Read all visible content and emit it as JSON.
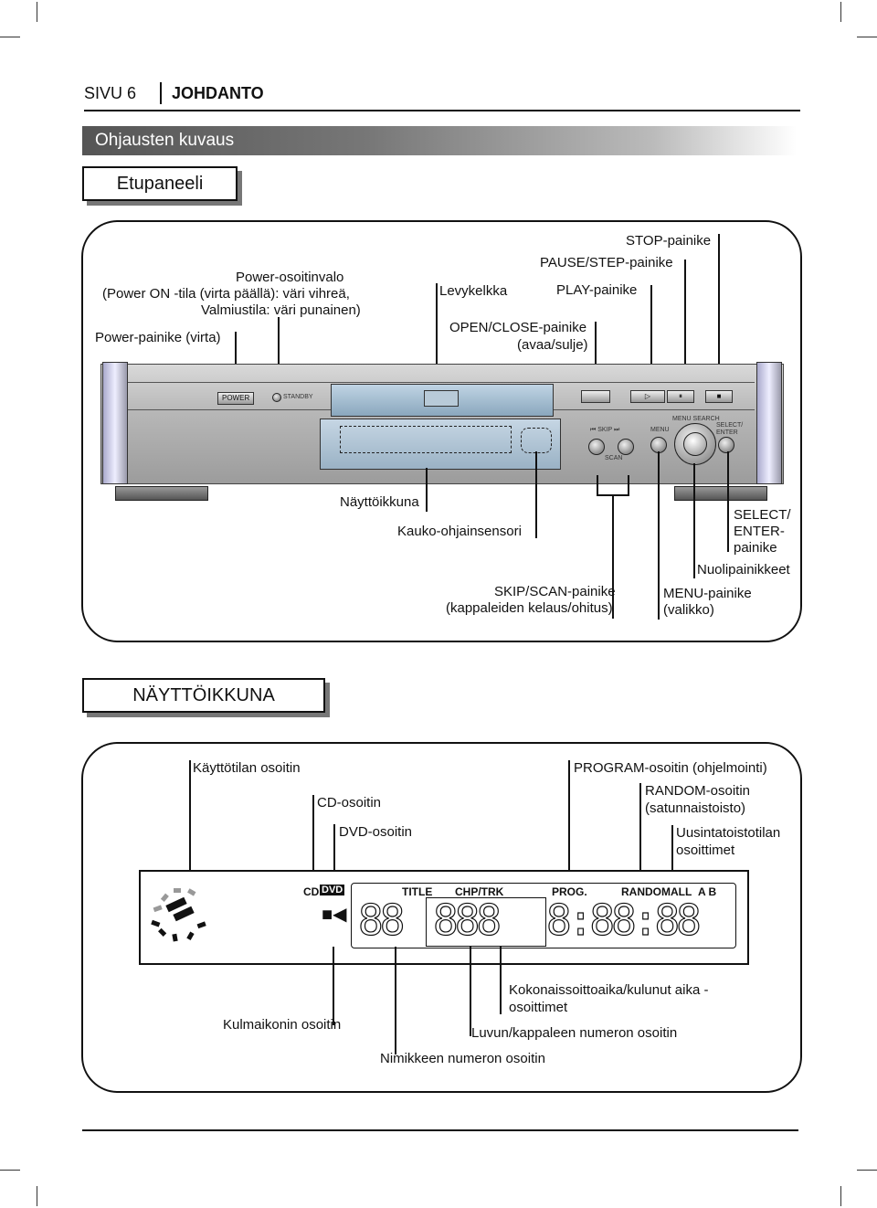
{
  "header": {
    "page": "SIVU 6",
    "chapter": "JOHDANTO"
  },
  "section_title": "Ohjausten kuvaus",
  "front_panel": {
    "tab_title": "Etupaneeli",
    "labels": {
      "power_indicator_1": "Power-osoitinvalo",
      "power_indicator_2": "(Power ON -tila (virta päällä): väri vihreä,",
      "power_indicator_3": "Valmiustila: väri punainen)",
      "power_button": "Power-painike (virta)",
      "disc_tray": "Levykelkka",
      "open_close_1": "OPEN/CLOSE-painike",
      "open_close_2": "(avaa/sulje)",
      "stop": "STOP-painike",
      "pause": "PAUSE/STEP-painike",
      "play": "PLAY-painike",
      "display_window": "Näyttöikkuna",
      "remote_sensor": "Kauko-ohjainsensori",
      "skip_scan_1": "SKIP/SCAN-painike",
      "skip_scan_2": "(kappaleiden kelaus/ohitus)",
      "menu_1": "MENU-painike",
      "menu_2": "(valikko)",
      "select_1": "SELECT/",
      "select_2": "ENTER-",
      "select_3": "painike",
      "arrows": "Nuolipainikkeet"
    },
    "device": {
      "power": "POWER",
      "standby": "STANDBY",
      "skip": "SKIP",
      "scan": "SCAN",
      "menu": "MENU",
      "menu_search": "MENU SEARCH",
      "select_enter": "SELECT/ ENTER"
    }
  },
  "display_panel": {
    "tab_title": "NÄYTTÖIKKUNA",
    "labels": {
      "mode_indicator": "Käyttötilan osoitin",
      "cd_indicator": "CD-osoitin",
      "dvd_indicator": "DVD-osoitin",
      "program_indicator": "PROGRAM-osoitin (ohjelmointi)",
      "random_1": "RANDOM-osoitin",
      "random_2": "(satunnaistoisto)",
      "repeat_1": "Uusintatoistotilan",
      "repeat_2": "osoittimet",
      "total_time_1": "Kokonaissoittoaika/kulunut aika -",
      "total_time_2": "osoittimet",
      "angle": "Kulmaikonin osoitin",
      "chapter_track": "Luvun/kappaleen numeron osoitin",
      "title_number": "Nimikkeen numeron osoitin"
    },
    "lcd": {
      "cd": "CD",
      "dvd": "DVD",
      "title": "TITLE",
      "chp_trk": "CHP/TRK",
      "prog": "PROG.",
      "random": "RANDOM",
      "all": "ALL",
      "ab": "A  B",
      "digits_title": "88",
      "digits_chapter": "888",
      "digits_time": "8:88:88"
    }
  }
}
